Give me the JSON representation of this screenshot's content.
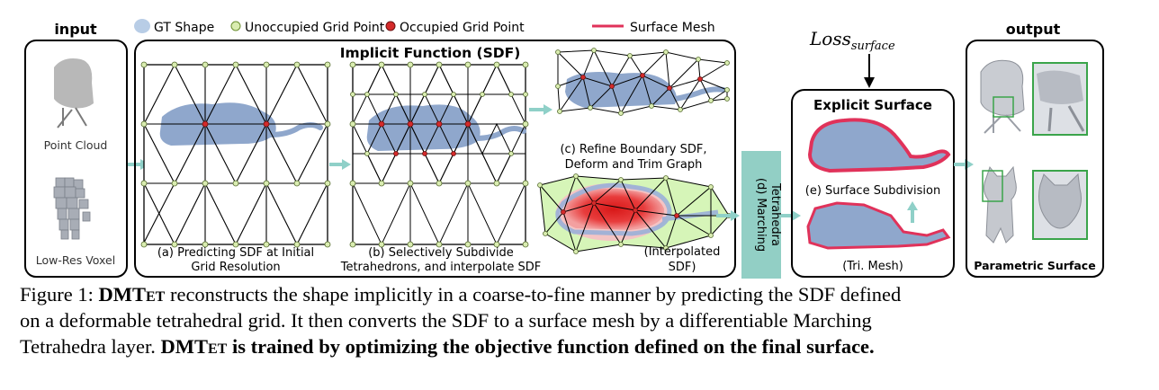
{
  "legend": {
    "gt_shape": "GT Shape",
    "unoccupied": "Unoccupied Grid Point",
    "occupied": "Occupied Grid Point",
    "surface_mesh": "Surface Mesh"
  },
  "colors": {
    "gt_shape": "#b8cde6",
    "shape_fill": "#8fa7cc",
    "unoccupied": "#d9ecb0",
    "occupied": "#d42a2a",
    "surface_mesh": "#e0325a",
    "arrow": "#8fd0c8",
    "marching_box": "#92cfc5"
  },
  "input": {
    "title": "input",
    "point_cloud": "Point Cloud",
    "voxel": "Low-Res Voxel"
  },
  "implicit": {
    "title": "Implicit Function (SDF)",
    "a_line1": "(a) Predicting SDF at Initial",
    "a_line2": "Grid Resolution",
    "b_line1": "(b) Selectively Subdivide",
    "b_line2": "Tetrahedrons, and interpolate SDF",
    "c_line1": "(c) Refine Boundary SDF,",
    "c_line2": "Deform and Trim Graph",
    "interp_line1": "(Interpolated",
    "interp_line2": "SDF)"
  },
  "marching": {
    "line1": "(d) Marching",
    "line2": "Tetrahedra"
  },
  "loss": {
    "base": "Loss",
    "sub": "surface"
  },
  "explicit": {
    "title": "Explicit Surface",
    "subdivision": "(e) Surface Subdivision",
    "trimesh": "(Tri. Mesh)"
  },
  "output": {
    "title": "output",
    "param": "Parametric Surface"
  },
  "caption": {
    "line1_a": "Figure 1: ",
    "line1_b": "DMT",
    "line1_c": "et",
    "line1_d": " reconstructs the shape implicitly in a coarse-to-fine manner by predicting the SDF defined",
    "line2": "on a deformable tetrahedral grid.  It then converts the SDF to a surface mesh by a differentiable Marching",
    "line3_a": "Tetrahedra layer. ",
    "line3_b": "DMT",
    "line3_c": "et",
    "line3_d": " is trained by optimizing the objective function defined on the final surface."
  }
}
